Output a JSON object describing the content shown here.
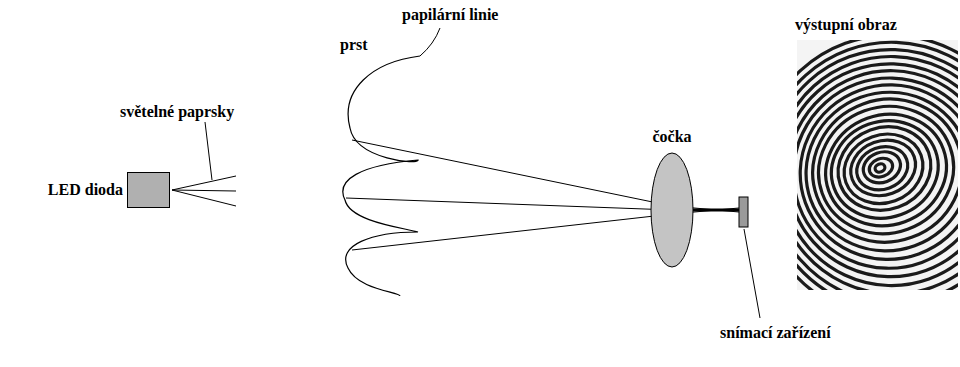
{
  "diagram": {
    "nodes": [
      {
        "text": [
          "LED dioda"
        ]
      },
      {
        "text": [
          "čočka"
        ]
      }
    ],
    "labels": [
      "světelné paprsky",
      "prst",
      "papilární linie",
      "snímací zařízení",
      "výstupní obraz"
    ]
  }
}
